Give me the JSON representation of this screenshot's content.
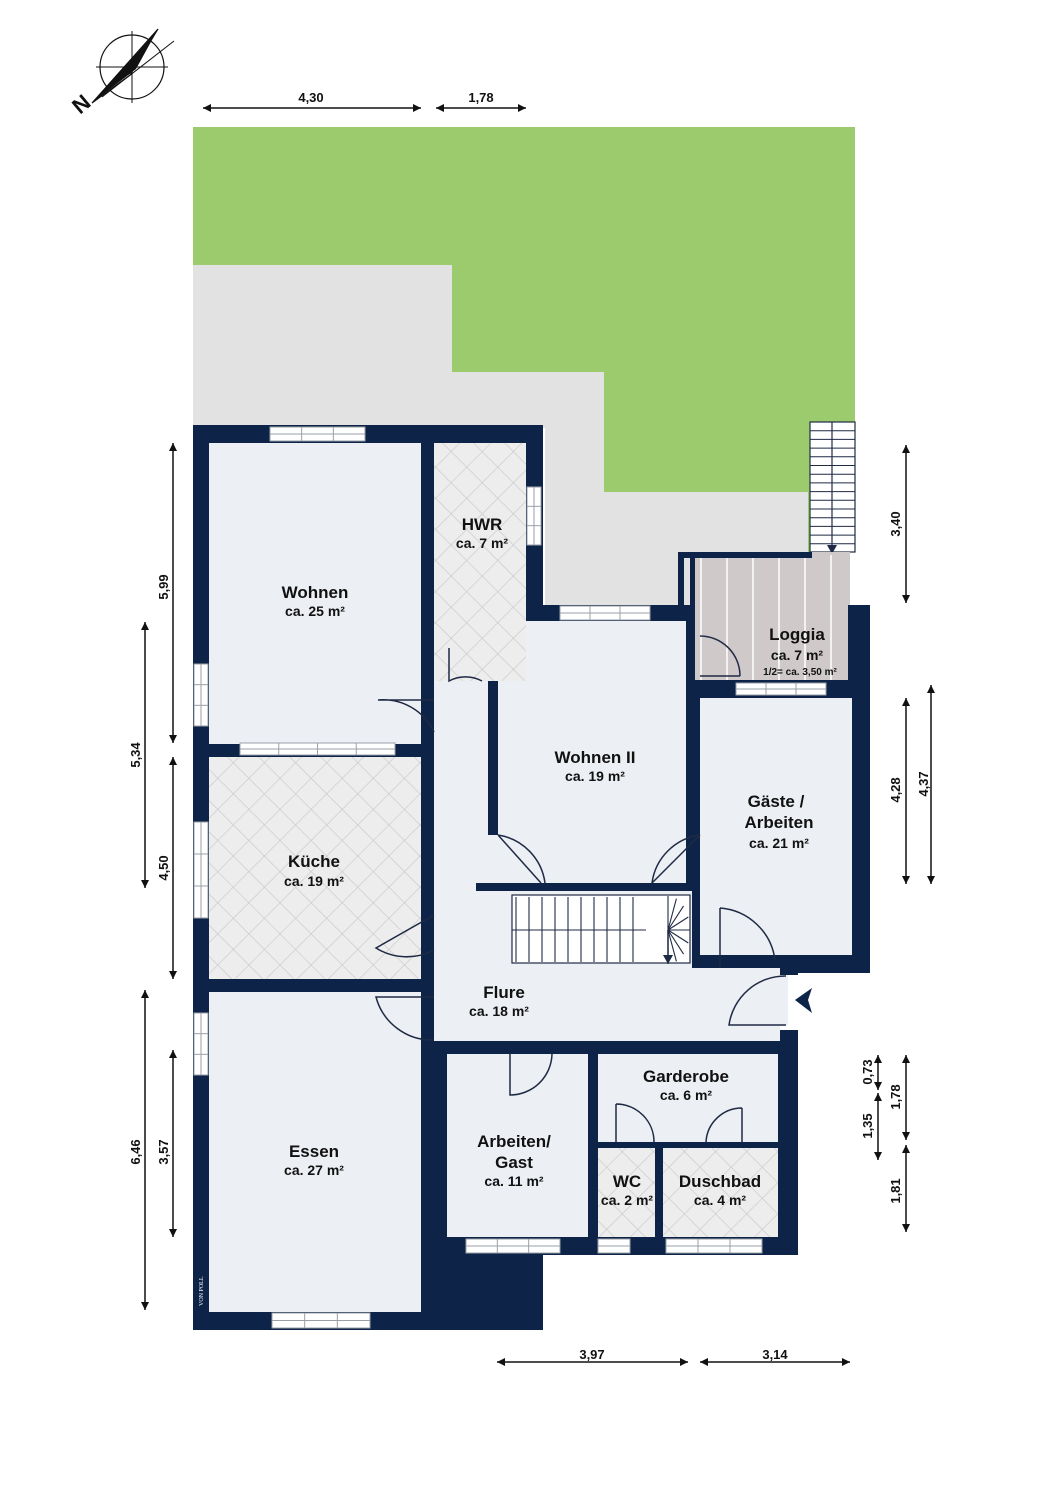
{
  "colors": {
    "wall": "#0d2347",
    "floor": "#eceff4",
    "lawn": "#9ccb6e",
    "terrace": "#e2e2e2",
    "loggia": "#cfcaca"
  },
  "compass": {
    "icon": "compass-icon",
    "letter": "N"
  },
  "rooms": {
    "wohnen": {
      "name": "Wohnen",
      "area": "ca. 25 m²"
    },
    "hwr": {
      "name": "HWR",
      "area": "ca. 7 m²"
    },
    "kueche": {
      "name": "Küche",
      "area": "ca. 19 m²"
    },
    "essen": {
      "name": "Essen",
      "area": "ca. 27 m²"
    },
    "wohnen2": {
      "name": "Wohnen II",
      "area": "ca. 19 m²"
    },
    "loggia": {
      "name": "Loggia",
      "area": "ca. 7 m²",
      "note": "1/2= ca. 3,50 m²"
    },
    "gaeste": {
      "name1": "Gäste /",
      "name2": "Arbeiten",
      "area": "ca. 21 m²"
    },
    "flure": {
      "name": "Flure",
      "area": "ca. 18 m²"
    },
    "arbeiten_gast": {
      "name1": "Arbeiten/",
      "name2": "Gast",
      "area": "ca. 11 m²"
    },
    "garderobe": {
      "name": "Garderobe",
      "area": "ca. 6 m²"
    },
    "wc": {
      "name": "WC",
      "area": "ca. 2 m²"
    },
    "duschbad": {
      "name": "Duschbad",
      "area": "ca. 4 m²"
    }
  },
  "dimensions": {
    "top_left": "4,30",
    "top_right": "1,78",
    "bottom_left": "3,97",
    "bottom_right": "3,14",
    "left_599": "5,99",
    "left_534": "5,34",
    "left_450": "4,50",
    "left_646": "6,46",
    "left_357": "3,57",
    "right_340": "3,40",
    "right_428": "4,28",
    "right_437": "4,37",
    "right_073": "0,73",
    "right_135": "1,35",
    "right_178": "1,78",
    "right_181": "1,81"
  },
  "logo": {
    "text": "VON POLL"
  }
}
